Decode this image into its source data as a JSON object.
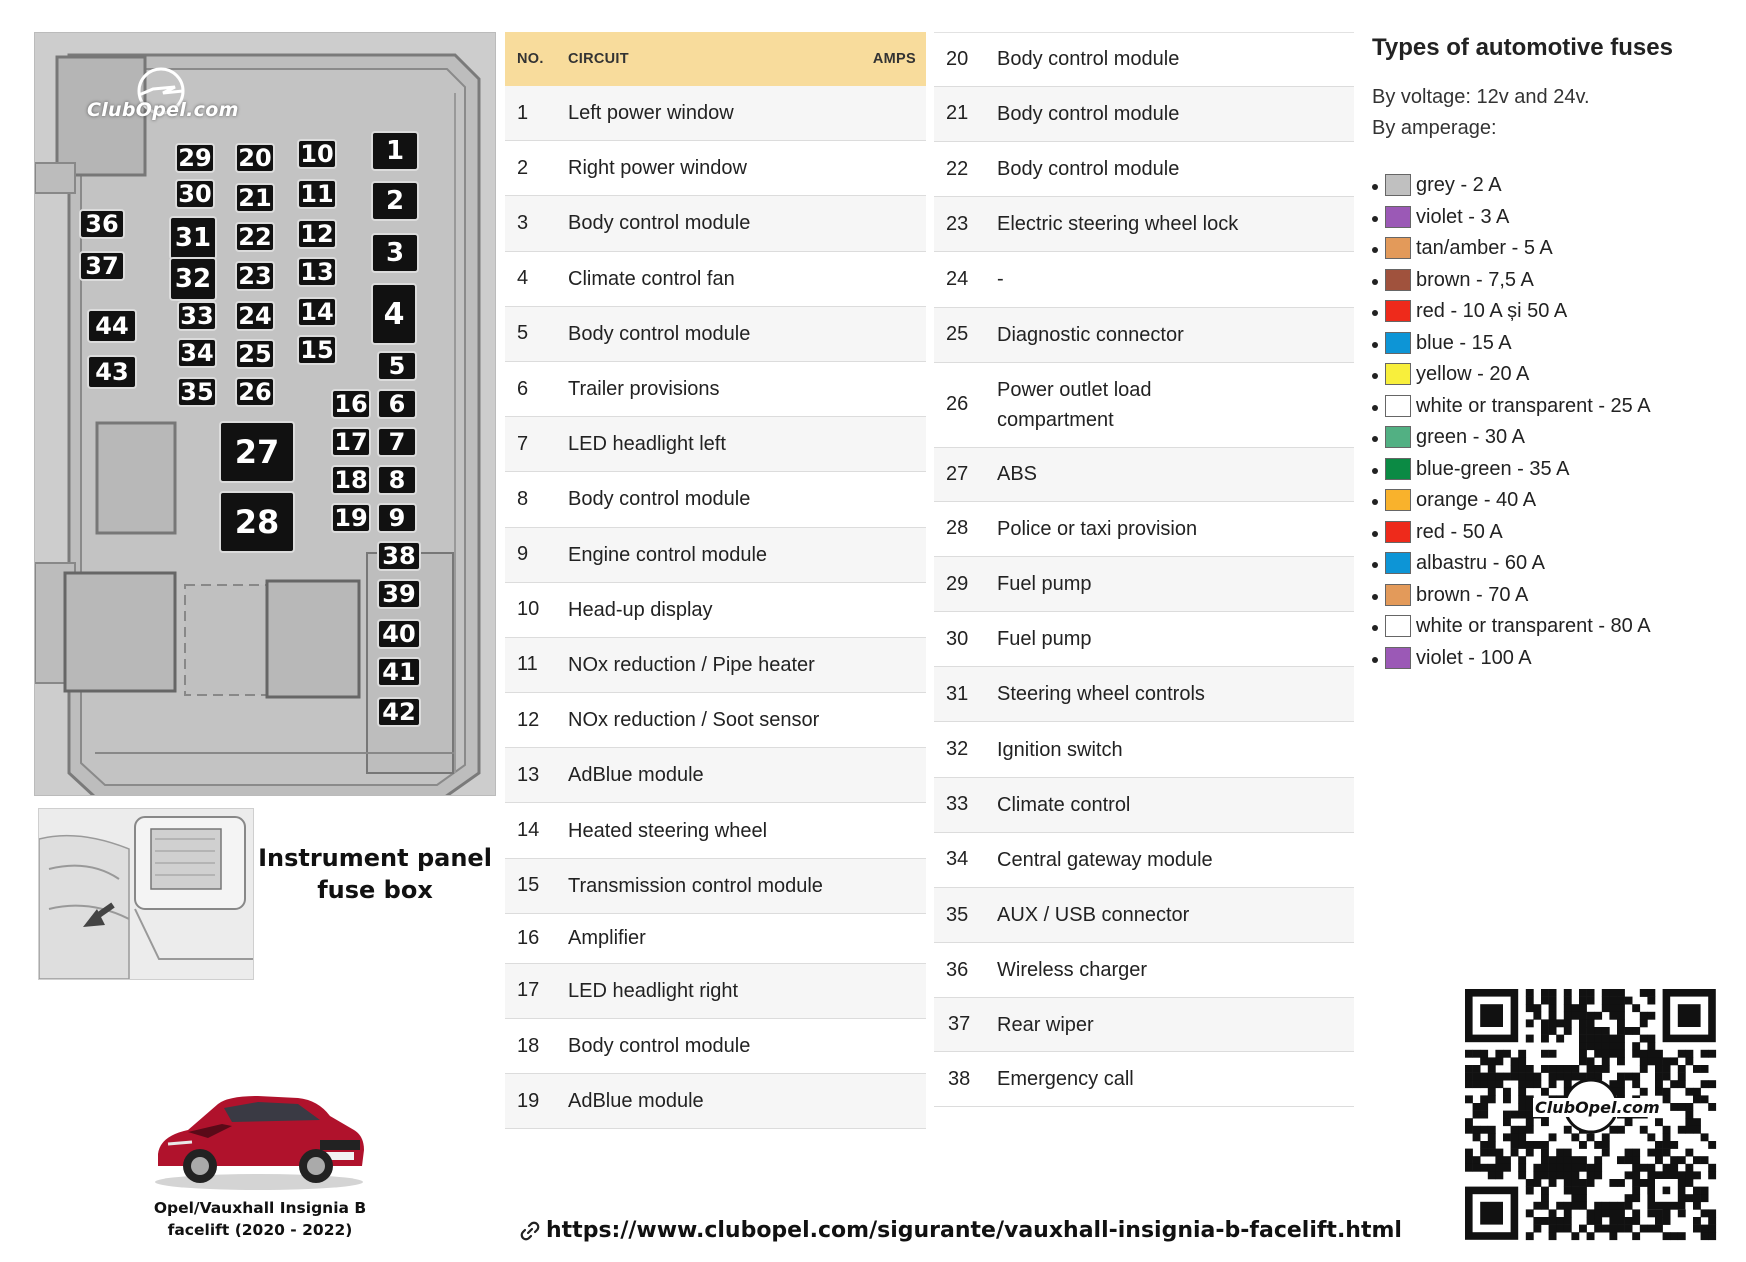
{
  "diagram": {
    "logo_text": "ClubOpel.com",
    "fuses": [
      "1",
      "2",
      "3",
      "4",
      "5",
      "6",
      "7",
      "8",
      "9",
      "10",
      "11",
      "12",
      "13",
      "14",
      "15",
      "16",
      "17",
      "18",
      "19",
      "20",
      "21",
      "22",
      "23",
      "24",
      "25",
      "26",
      "27",
      "28",
      "29",
      "30",
      "31",
      "32",
      "33",
      "34",
      "35",
      "36",
      "37",
      "38",
      "39",
      "40",
      "41",
      "42",
      "43",
      "44"
    ]
  },
  "location_caption": [
    "Instrument panel",
    "fuse box"
  ],
  "model_caption": [
    "Opel/Vauxhall Insignia B",
    "facelift (2020 - 2022)"
  ],
  "table": {
    "headers": {
      "no": "NO.",
      "circuit": "CIRCUIT",
      "amps": "AMPS"
    },
    "rows": [
      {
        "no": "1",
        "circuit": "Left power window"
      },
      {
        "no": "2",
        "circuit": "Right power window"
      },
      {
        "no": "3",
        "circuit": "Body control module"
      },
      {
        "no": "4",
        "circuit": "Climate control fan"
      },
      {
        "no": "5",
        "circuit": "Body control module"
      },
      {
        "no": "6",
        "circuit": "Trailer provisions"
      },
      {
        "no": "7",
        "circuit": "LED headlight left"
      },
      {
        "no": "8",
        "circuit": "Body control module"
      },
      {
        "no": "9",
        "circuit": "Engine control module"
      },
      {
        "no": "10",
        "circuit": "Head-up display"
      },
      {
        "no": "11",
        "circuit": "NOx reduction / Pipe heater"
      },
      {
        "no": "12",
        "circuit": "NOx reduction / Soot sensor"
      },
      {
        "no": "13",
        "circuit": "AdBlue module"
      },
      {
        "no": "14",
        "circuit": "Heated steering wheel"
      },
      {
        "no": "15",
        "circuit": "Transmission control module"
      },
      {
        "no": "16",
        "circuit": "Amplifier"
      },
      {
        "no": "17",
        "circuit": "LED headlight right"
      },
      {
        "no": "18",
        "circuit": "Body control module"
      },
      {
        "no": "19",
        "circuit": "AdBlue module"
      },
      {
        "no": "20",
        "circuit": "Body control module"
      },
      {
        "no": "21",
        "circuit": "Body control module"
      },
      {
        "no": "22",
        "circuit": "Body control module"
      },
      {
        "no": "23",
        "circuit": "Electric steering wheel lock"
      },
      {
        "no": "24",
        "circuit": "-"
      },
      {
        "no": "25",
        "circuit": "Diagnostic connector"
      },
      {
        "no": "26",
        "circuit": "Power outlet load compartment"
      },
      {
        "no": "27",
        "circuit": "ABS"
      },
      {
        "no": "28",
        "circuit": "Police or taxi provision"
      },
      {
        "no": "29",
        "circuit": "Fuel pump"
      },
      {
        "no": "30",
        "circuit": "Fuel pump"
      },
      {
        "no": "31",
        "circuit": "Steering wheel controls"
      },
      {
        "no": "32",
        "circuit": "Ignition switch"
      },
      {
        "no": "33",
        "circuit": "Climate control"
      },
      {
        "no": "34",
        "circuit": "Central gateway module"
      },
      {
        "no": "35",
        "circuit": "AUX / USB connector"
      },
      {
        "no": "36",
        "circuit": "Wireless charger"
      },
      {
        "no": "37",
        "circuit": "Rear wiper"
      },
      {
        "no": "38",
        "circuit": "Emergency call"
      }
    ]
  },
  "fuse_types": {
    "title": "Types of automotive fuses",
    "by_voltage": "By voltage: 12v and 24v.",
    "by_amperage": "By amperage:",
    "items": [
      {
        "label": "grey - 2 A",
        "color": "#c0c0c0"
      },
      {
        "label": "violet - 3 A",
        "color": "#9b59b6"
      },
      {
        "label": "tan/amber - 5 A",
        "color": "#e39a5a"
      },
      {
        "label": "brown - 7,5 A",
        "color": "#a0523d"
      },
      {
        "label": "red - 10 A și 50 A",
        "color": "#ee2a1b"
      },
      {
        "label": "blue - 15 A",
        "color": "#0d95d6"
      },
      {
        "label": "yellow - 20 A",
        "color": "#f8ef3c"
      },
      {
        "label": "white or transparent - 25 A",
        "color": "#ffffff"
      },
      {
        "label": "green - 30 A",
        "color": "#52b083"
      },
      {
        "label": "blue-green - 35 A",
        "color": "#0b8a44"
      },
      {
        "label": "orange - 40 A",
        "color": "#f9b22c"
      },
      {
        "label": "red - 50 A",
        "color": "#ee2a1b"
      },
      {
        "label": "albastru - 60 A",
        "color": "#0d95d6"
      },
      {
        "label": "brown - 70 A",
        "color": "#e39a5a"
      },
      {
        "label": "white or transparent - 80 A",
        "color": "#ffffff"
      },
      {
        "label": "violet - 100 A",
        "color": "#9b59b6"
      }
    ]
  },
  "url": "https://www.clubopel.com/sigurante/vauxhall-insignia-b-facelift.html",
  "qr": {
    "logo_text": "ClubOpel.com"
  },
  "colors": {
    "header_bg": "#f8dc9c",
    "diagram_bg": "#c8c8c8"
  }
}
